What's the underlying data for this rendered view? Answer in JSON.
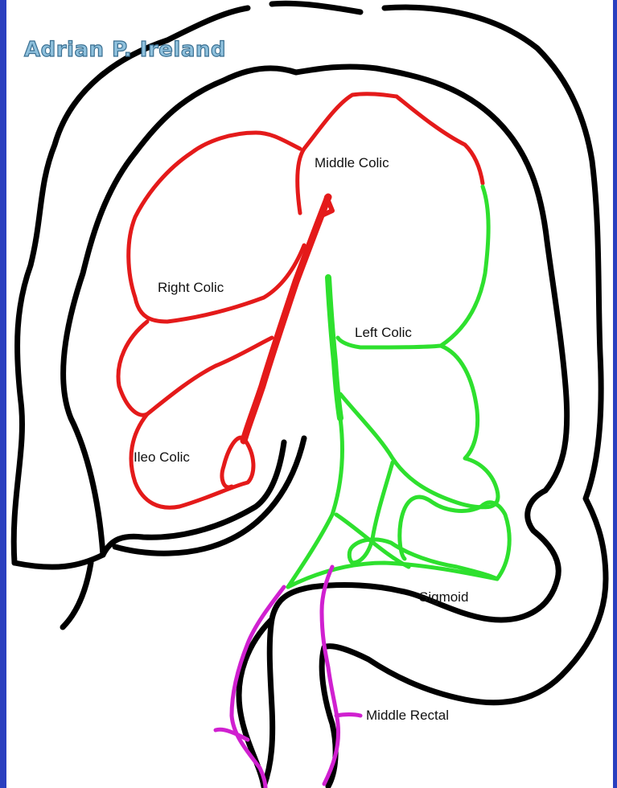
{
  "credit": "Adrian P. Ireland",
  "labels": {
    "middle_colic": "Middle Colic",
    "right_colic": "Right Colic",
    "left_colic": "Left Colic",
    "ileo_colic": "Ileo Colic",
    "sigmoid": "Sigmoid",
    "middle_rectal": "Middle Rectal"
  },
  "colors": {
    "frame": "#2a3fbf",
    "bowel_outline": "#000000",
    "superior_mesenteric_vessels": "#e41a1a",
    "inferior_mesenteric_vessels": "#2ee02e",
    "rectal_vessels": "#d020d0"
  }
}
